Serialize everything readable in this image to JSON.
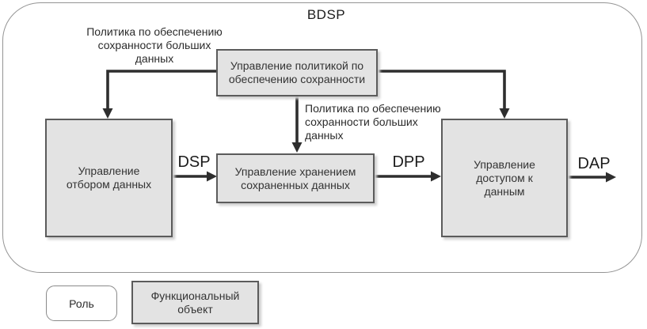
{
  "diagram": {
    "title": "BDSP",
    "boxes": {
      "policy_management": "Управление политикой по обеспечению сохранности",
      "data_selection": "Управление отбором данных",
      "data_storage": "Управление хранением сохраненных данных",
      "data_access": "Управление доступом к данным"
    },
    "annotations": {
      "policy_left": "Политика по обеспечению сохранности больших данных",
      "policy_middle": "Политика по обеспечению сохранности больших данных"
    },
    "arrow_labels": {
      "dsp": "DSP",
      "dpp": "DPP",
      "dap": "DAP"
    },
    "legend": {
      "role": "Роль",
      "functional_object": "Функциональный объект"
    },
    "colors": {
      "box_fill": "#e3e3e3",
      "box_border": "#5b5b5b",
      "arrow": "#2e2e2e",
      "frame_border": "#949494",
      "background": "#ffffff"
    }
  }
}
